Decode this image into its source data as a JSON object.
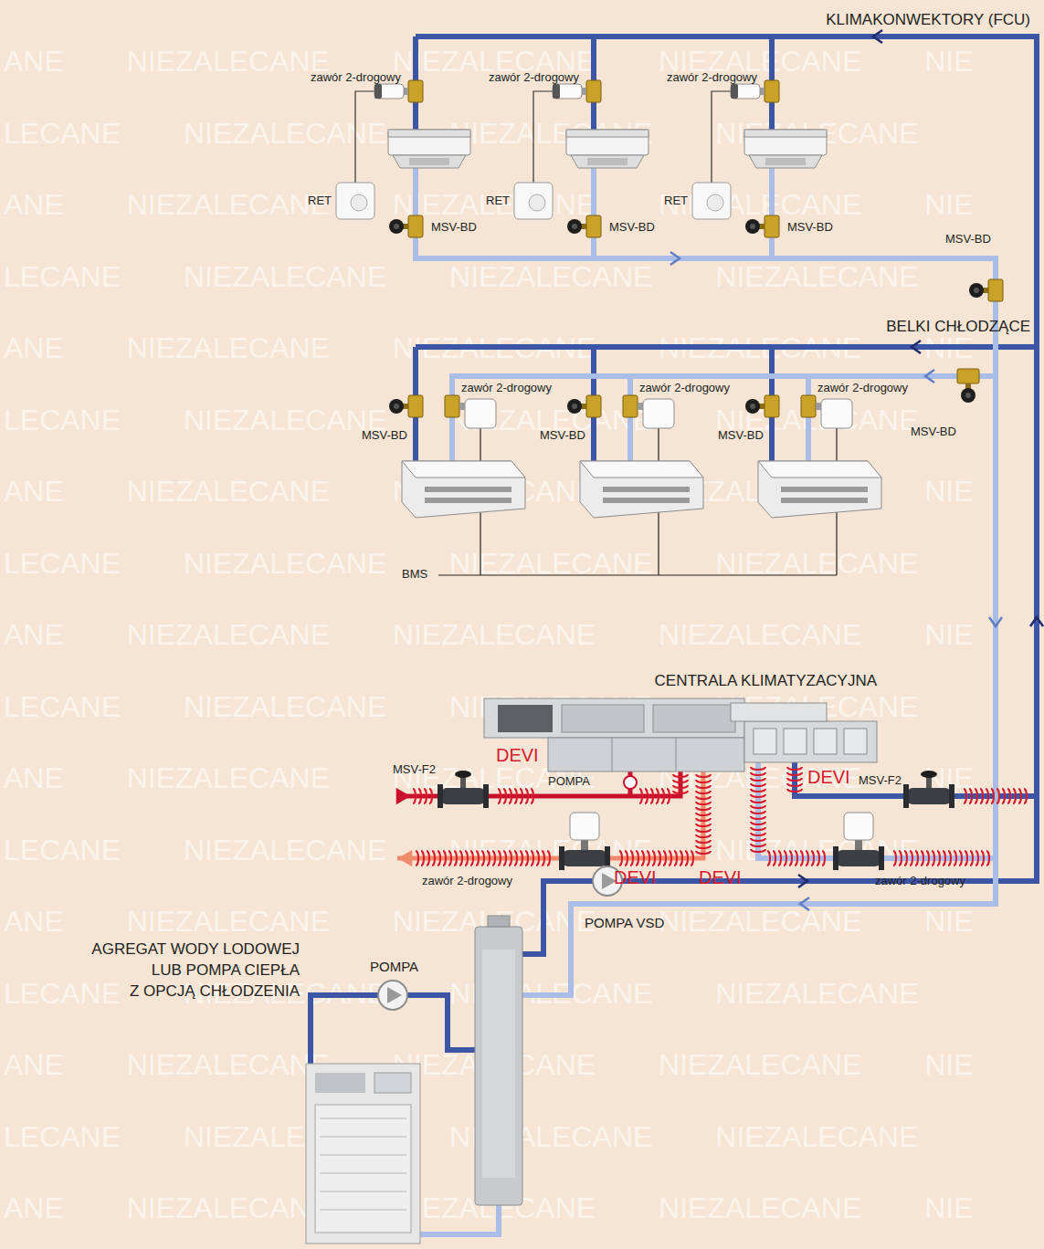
{
  "diagram": {
    "labels": [
      "KLIMAKONWEKTORY (FCU)",
      "zawór 2-drogowy",
      "zawór 2-drogowy",
      "zawór 2-drogowy",
      "RET",
      "MSV-BD",
      "RET",
      "MSV-BD",
      "RET",
      "MSV-BD",
      "MSV-BD",
      "BELKI CHŁODZĄCE",
      "zawór 2-drogowy",
      "zawór 2-drogowy",
      "zawór 2-drogowy",
      "MSV-BD",
      "MSV-BD",
      "MSV-BD",
      "MSV-BD",
      "BMS",
      "CENTRALA KLIMATYZACYJNA",
      "DEVI",
      "DEVI",
      "MSV-F2",
      "POMPA",
      "MSV-F2",
      "zawór 2-drogowy",
      "DEVI",
      "DEVI",
      "zawór 2-drogowy",
      "AGREGAT WODY LODOWEJ",
      "LUB POMPA CIEPŁA",
      "Z OPCJĄ CHŁODZENIA",
      "POMPA",
      "POMPA VSD",
      "ANE NIEZALECANE NIEZALECANE NIEZALECANE NIE",
      "LECANE NIEZALECANE NIEZALECANE NIEZALECANE",
      "ANE NIEZALECANE NIEZALECANE NIEZALECANE NIE",
      "LECANE NIEZALECANE NIEZALECANE NIEZALECANE",
      "ANE NIEZALECANE NIEZALECANE NIEZALECANE NIE",
      "LECANE NIEZALECANE NIEZALECANE NIEZALECANE",
      "ANE NIEZALECANE NIEZALECANE NIEZALECANE NIE",
      "LECANE NIEZALECANE NIEZALECANE NIEZALECANE",
      "ANE NIEZALECANE NIEZALECANE NIEZALECANE NIE",
      "LECANE NIEZALECANE NIEZALECANE NIEZALECANE",
      "ANE NIEZALECANE NIEZALECANE NIEZALECANE NIE",
      "LECANE NIEZALECANE NIEZALECANE NIEZALECANE",
      "ANE NIEZALECANE NIEZALECANE NIEZALECANE NIE",
      "LECANE NIEZALECANE NIEZALECANE NIEZALECANE",
      "ANE NIEZALECANE NIEZALECANE NIEZALECANE NIE",
      "LECANE NIEZALECANE NIEZALECANE NIEZALECANE",
      "ANE NIEZALECANE NIEZALECANE NIEZALECANE NIE"
    ]
  }
}
